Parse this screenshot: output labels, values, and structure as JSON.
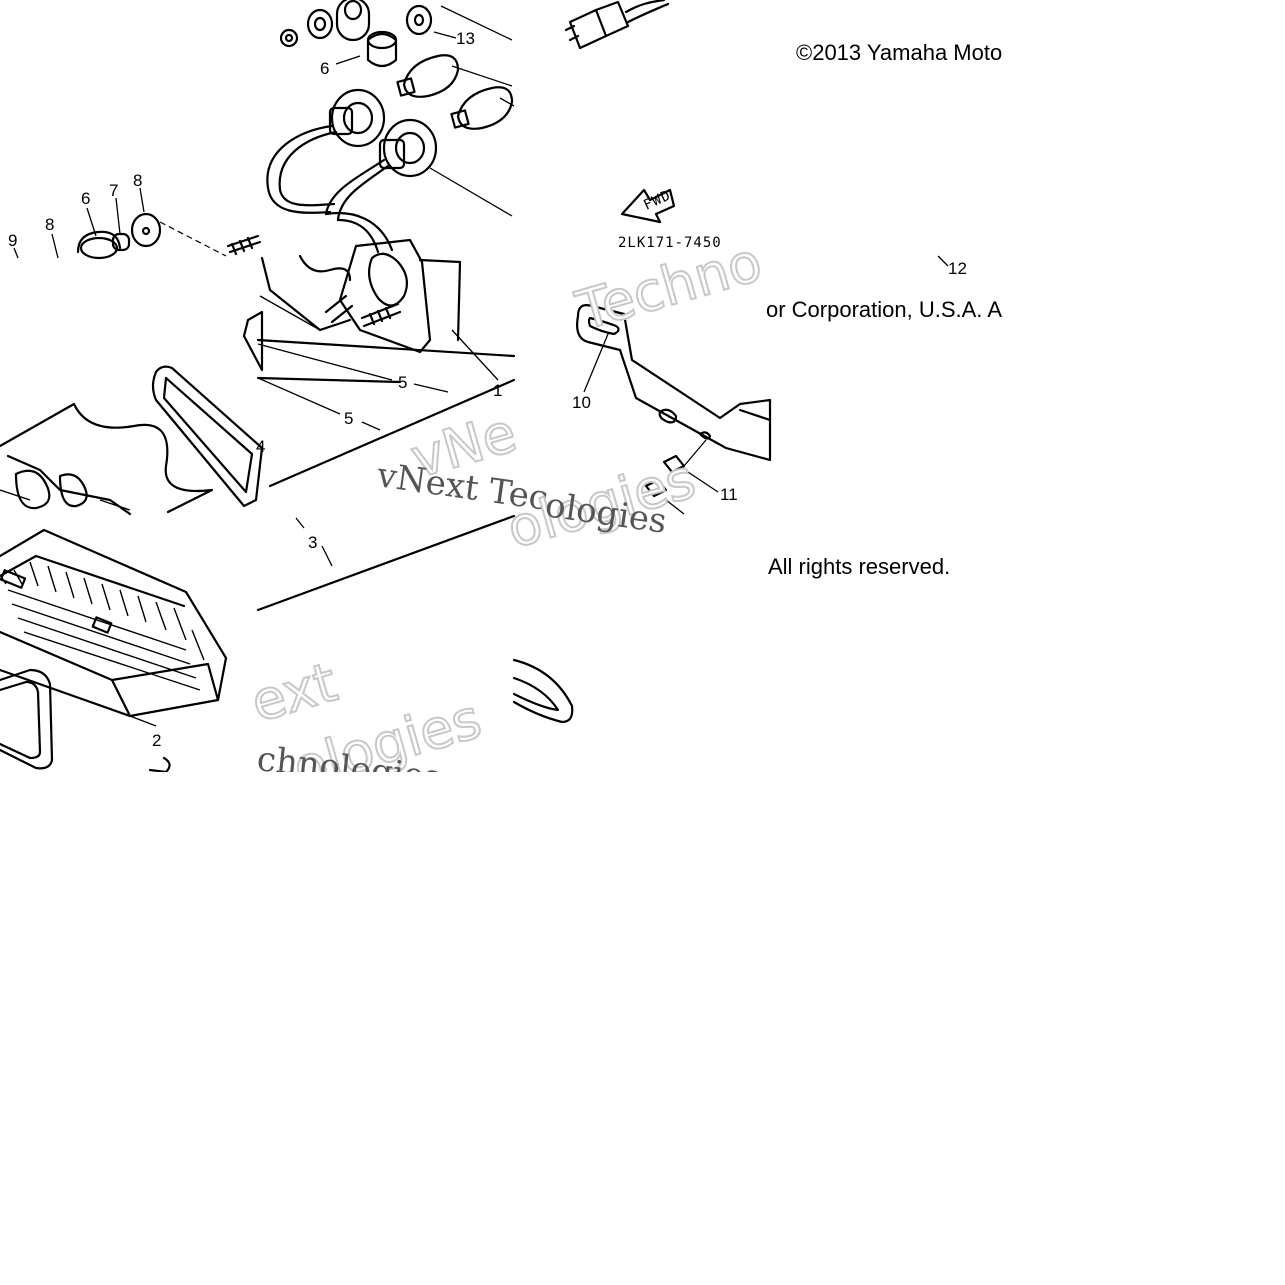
{
  "copyright": {
    "line1": "©2013 Yamaha Moto",
    "line2": "or Corporation, U.S.A. A",
    "line3": "All rights reserved."
  },
  "part_code": "2LK171-7450",
  "fwd_arrow_label": "FWD",
  "callouts": {
    "c13": "13",
    "c6a": "6",
    "c6b": "6",
    "c7": "7",
    "c8a": "8",
    "c8b": "8",
    "c9": "9",
    "c5a": "5",
    "c5b": "5",
    "c1": "1",
    "c4": "4",
    "c3": "3",
    "c2": "2",
    "c10": "10",
    "c11": "11",
    "c12": "12"
  },
  "watermarks": {
    "w1": "Techno",
    "w2": "vNe",
    "w3": "vNext Tec",
    "w4": "ologies",
    "w5": "ext",
    "w6": "ologies",
    "w7": "chnologies"
  }
}
